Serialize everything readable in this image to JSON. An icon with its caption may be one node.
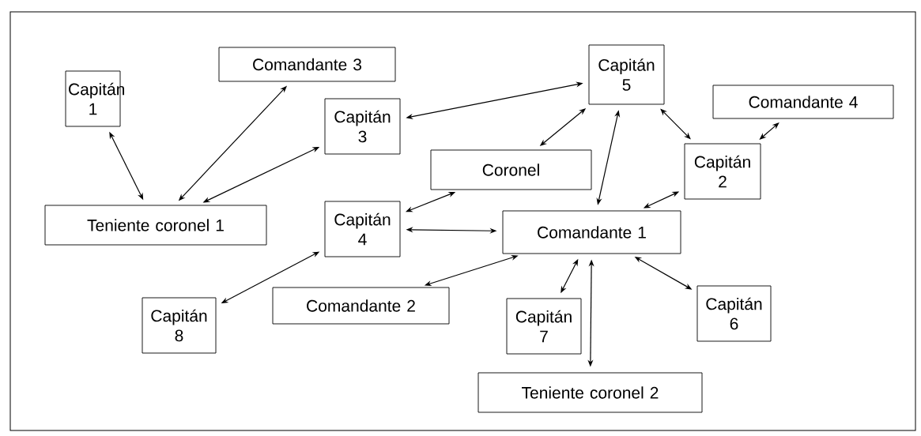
{
  "diagram": {
    "nodes": [
      {
        "text": [
          "Capitán 1"
        ]
      },
      {
        "text": [
          "Comandante 3"
        ]
      },
      {
        "text": [
          "Capitán 3"
        ]
      },
      {
        "text": [
          "Capitán 5"
        ]
      },
      {
        "text": [
          "Comandante 4"
        ]
      },
      {
        "text": [
          "Coronel"
        ]
      },
      {
        "text": [
          "Capitán 2"
        ]
      },
      {
        "text": [
          "Teniente coronel 1"
        ]
      },
      {
        "text": [
          "Capitán 4"
        ]
      },
      {
        "text": [
          "Comandante 1"
        ]
      },
      {
        "text": [
          "Capitán 8"
        ]
      },
      {
        "text": [
          "Comandante 2"
        ]
      },
      {
        "text": [
          "Capitán 7"
        ]
      },
      {
        "text": [
          "Capitán 6"
        ]
      },
      {
        "text": [
          "Teniente coronel 2"
        ]
      }
    ],
    "edges": [
      {
        "from": 0,
        "to": 7,
        "arrow": "both"
      },
      {
        "from": 1,
        "to": 7,
        "arrow": "both"
      },
      {
        "from": 2,
        "to": 7,
        "arrow": "both"
      },
      {
        "from": 2,
        "to": 3,
        "arrow": "both"
      },
      {
        "from": 5,
        "to": 3,
        "arrow": "both"
      },
      {
        "from": 5,
        "to": 8,
        "arrow": "both"
      },
      {
        "from": 3,
        "to": 9,
        "arrow": "both"
      },
      {
        "from": 3,
        "to": 6,
        "arrow": "both"
      },
      {
        "from": 4,
        "to": 6,
        "arrow": "both"
      },
      {
        "from": 6,
        "to": 9,
        "arrow": "both"
      },
      {
        "from": 8,
        "to": 9,
        "arrow": "both"
      },
      {
        "from": 8,
        "to": 10,
        "arrow": "both"
      },
      {
        "from": 11,
        "to": 9,
        "arrow": "both"
      },
      {
        "from": 9,
        "to": 12,
        "arrow": "both"
      },
      {
        "from": 9,
        "to": 14,
        "arrow": "both"
      },
      {
        "from": 9,
        "to": 13,
        "arrow": "both"
      }
    ]
  }
}
